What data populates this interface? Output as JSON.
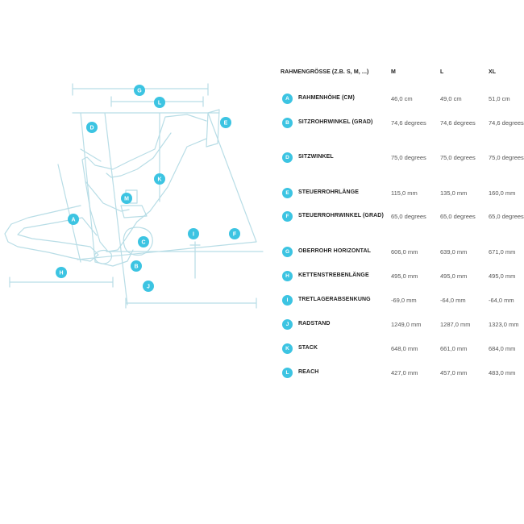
{
  "colors": {
    "accent": "#3cc4e2",
    "frame_line": "#b8dde6",
    "text": "#222222",
    "value_text": "#555555"
  },
  "diagram": {
    "markers": [
      "A",
      "B",
      "C",
      "D",
      "E",
      "F",
      "G",
      "H",
      "I",
      "J",
      "K",
      "L",
      "M"
    ]
  },
  "table": {
    "header": {
      "label": "RAHMENGRÖSSE (Z.B. S, M, ...)",
      "m": "M",
      "l": "L",
      "xl": "XL"
    },
    "rows": [
      {
        "letter": "A",
        "label": "RAHMENHÖHE (CM)",
        "m": "46,0 cm",
        "l": "49,0 cm",
        "xl": "51,0 cm"
      },
      {
        "letter": "B",
        "label": "SITZROHRWINKEL (GRAD)",
        "m": "74,6 degrees",
        "l": "74,6 degrees",
        "xl": "74,6 degrees"
      },
      {
        "letter": "D",
        "label": "SITZWINKEL",
        "m": "75,0 degrees",
        "l": "75,0 degrees",
        "xl": "75,0 degrees"
      },
      {
        "letter": "E",
        "label": "STEUERROHRLÄNGE",
        "m": "115,0 mm",
        "l": "135,0 mm",
        "xl": "160,0 mm"
      },
      {
        "letter": "F",
        "label": "STEUERROHRWINKEL (GRAD)",
        "m": "65,0 degrees",
        "l": "65,0 degrees",
        "xl": "65,0 degrees"
      },
      {
        "letter": "G",
        "label": "OBERROHR HORIZONTAL",
        "m": "606,0 mm",
        "l": "639,0 mm",
        "xl": "671,0 mm"
      },
      {
        "letter": "H",
        "label": "KETTENSTREBENLÄNGE",
        "m": "495,0 mm",
        "l": "495,0 mm",
        "xl": "495,0 mm"
      },
      {
        "letter": "I",
        "label": "TRETLAGERABSENKUNG",
        "m": "-69,0 mm",
        "l": "-64,0 mm",
        "xl": "-64,0 mm"
      },
      {
        "letter": "J",
        "label": "RADSTAND",
        "m": "1249,0 mm",
        "l": "1287,0 mm",
        "xl": "1323,0 mm"
      },
      {
        "letter": "K",
        "label": "STACK",
        "m": "648,0 mm",
        "l": "661,0 mm",
        "xl": "684,0 mm"
      },
      {
        "letter": "L",
        "label": "REACH",
        "m": "427,0 mm",
        "l": "457,0 mm",
        "xl": "483,0 mm"
      }
    ]
  }
}
